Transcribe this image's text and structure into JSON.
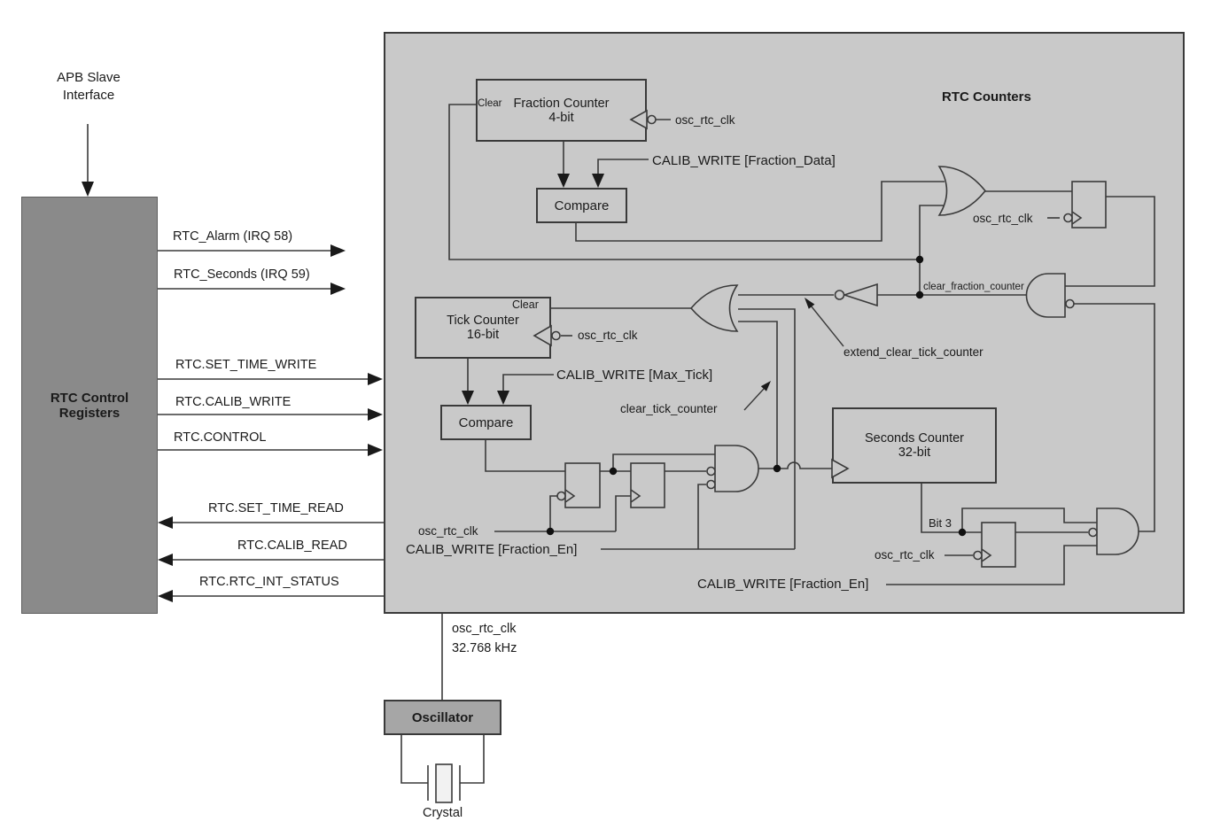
{
  "colors": {
    "diagram_bg": "#ffffff",
    "counters_box_bg": "#c9c9c9",
    "registers_box_bg": "#8a8a8a",
    "oscillator_box_bg": "#a6a6a6",
    "line": "#3a3a3a"
  },
  "left": {
    "apb_label": "APB Slave\nInterface",
    "registers_title": "RTC Control\nRegisters",
    "irq_signals": [
      {
        "label": "RTC_Alarm (IRQ 58)"
      },
      {
        "label": "RTC_Seconds (IRQ 59)"
      }
    ],
    "write_signals": [
      {
        "label": "RTC.SET_TIME_WRITE"
      },
      {
        "label": "RTC.CALIB_WRITE"
      },
      {
        "label": "RTC.CONTROL"
      }
    ],
    "read_signals": [
      {
        "label": "RTC.SET_TIME_READ"
      },
      {
        "label": "RTC.CALIB_READ"
      },
      {
        "label": "RTC.RTC_INT_STATUS"
      }
    ]
  },
  "counters": {
    "title": "RTC Counters",
    "fraction_counter": {
      "title": "Fraction Counter\n4-bit",
      "clear": "Clear"
    },
    "fraction_compare": "Compare",
    "tick_counter": {
      "title": "Tick Counter\n16-bit",
      "clear": "Clear"
    },
    "tick_compare": "Compare",
    "seconds_counter": {
      "title": "Seconds Counter\n32-bit"
    },
    "nets": {
      "osc_rtc_clk": "osc_rtc_clk",
      "calib_fraction_data": "CALIB_WRITE [Fraction_Data]",
      "calib_max_tick": "CALIB_WRITE [Max_Tick]",
      "calib_fraction_en": "CALIB_WRITE [Fraction_En]",
      "clear_fraction_counter": "clear_fraction_counter",
      "extend_clear_tick_counter": "extend_clear_tick_counter",
      "clear_tick_counter": "clear_tick_counter",
      "bit3": "Bit 3"
    }
  },
  "oscillator": {
    "title": "Oscillator",
    "clock_label": "osc_rtc_clk\n32.768 kHz",
    "crystal_label": "Crystal"
  }
}
